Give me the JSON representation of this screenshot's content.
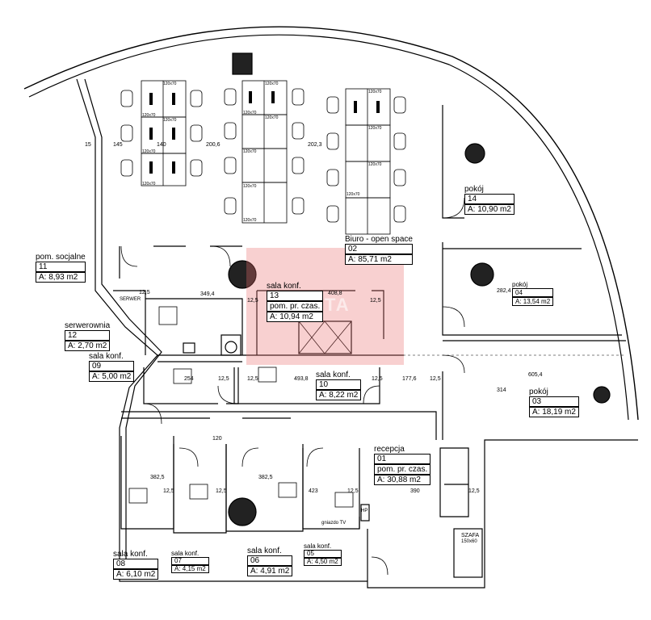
{
  "rooms": [
    {
      "id": "open-space",
      "name": "Biuro - open space",
      "number": "02",
      "area": "A: 85,71 m2"
    },
    {
      "id": "pokoj-14",
      "name": "pokój",
      "number": "14",
      "area": "A: 10,90 m2"
    },
    {
      "id": "pokoj-04",
      "name": "pokój",
      "number": "04",
      "area": "A: 13,54 m2"
    },
    {
      "id": "pokoj-03",
      "name": "pokój",
      "number": "03",
      "area": "A: 18,19 m2"
    },
    {
      "id": "pom-socjalne",
      "name": "pom. socjalne",
      "number": "11",
      "area": "A: 8,93 m2"
    },
    {
      "id": "serwerownia",
      "name": "serwerownia",
      "number": "12",
      "area": "A: 2,70 m2"
    },
    {
      "id": "sala-13",
      "name": "sala konf.",
      "number": "13",
      "extra": "pom. pr. czas.",
      "area": "A: 10,94 m2"
    },
    {
      "id": "sala-09",
      "name": "sala konf.",
      "number": "09",
      "area": "A: 5,00 m2"
    },
    {
      "id": "sala-10",
      "name": "sala konf.",
      "number": "10",
      "area": "A: 8,22 m2"
    },
    {
      "id": "recepcja",
      "name": "recepcja",
      "number": "01",
      "extra": "pom. pr. czas.",
      "area": "A: 30,88 m2"
    },
    {
      "id": "sala-08",
      "name": "sala konf.",
      "number": "08",
      "area": "A: 6,10 m2"
    },
    {
      "id": "sala-07",
      "name": "sala konf.",
      "number": "07",
      "area": "A: 4,15 m2"
    },
    {
      "id": "sala-06",
      "name": "sala konf.",
      "number": "06",
      "area": "A: 4,91 m2"
    },
    {
      "id": "sala-05",
      "name": "sala konf.",
      "number": "05",
      "area": "A: 4,50 m2"
    }
  ],
  "dimensions": {
    "d_15": "15",
    "d_145": "145",
    "d_140": "140",
    "d_2006": "200,6",
    "d_2023": "202,3",
    "d_3497": "349,4",
    "d_4088": "408,8",
    "d_2824": "282,4",
    "d_6054": "605,4",
    "d_314": "314",
    "d_254": "254",
    "d_4938": "493,8",
    "d_1776": "177,6",
    "d_125": "12,5",
    "d_3825": "382,5",
    "d_423": "423",
    "d_390": "390",
    "d_120": "120"
  },
  "desk_label": "120x70",
  "labels": {
    "serwer": "SERWER",
    "gniazdo": "gniazdo TV",
    "hp": "HP",
    "szafa": "SZAFA",
    "szafa_dim": "150x60"
  },
  "watermark": "AZETA",
  "colors": {
    "ink": "#000000",
    "watermark": "#e86e6e",
    "column_fill": "#222222"
  }
}
